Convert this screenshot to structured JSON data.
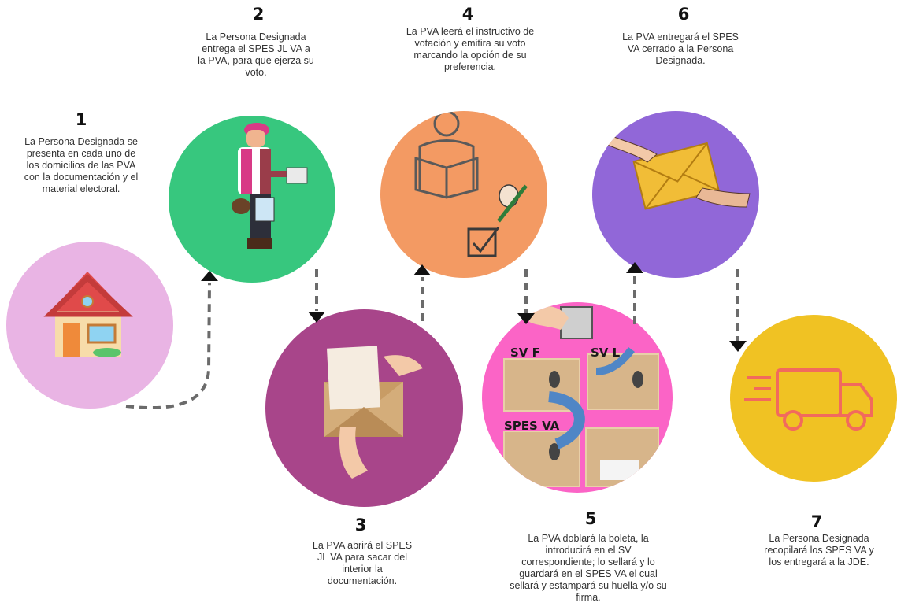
{
  "steps": [
    {
      "number": "1",
      "text": "La Persona Designada se presenta en cada uno de los domicilios de las PVA con la documentación y el material electoral.",
      "color": "#e9b4e4",
      "icon": "house-icon"
    },
    {
      "number": "2",
      "text": "La Persona Designada entrega el SPES JL VA a la PVA, para que ejerza su voto.",
      "color": "#37c77e",
      "icon": "delivery-person-icon"
    },
    {
      "number": "3",
      "text": "La PVA abrirá el SPES JL VA para sacar del interior la documentación.",
      "color": "#a8458a",
      "icon": "open-envelope-icon"
    },
    {
      "number": "4",
      "text": "La PVA leerá el instructivo de votación y emitira su voto marcando la opción de su preferencia.",
      "color": "#f39a63",
      "icon": "reading-person-icon"
    },
    {
      "number": "5",
      "text": "La PVA doblará la boleta, la introducirá en el SV correspondiente; lo sellará y lo guardará en el SPES VA el cual sellará y estampará su huella y/o su firma.",
      "color": "#fb64c6",
      "icon": "envelopes-icon"
    },
    {
      "number": "6",
      "text": "La PVA entregará el SPES VA cerrado a la Persona Designada.",
      "color": "#9167d8",
      "icon": "handover-envelope-icon"
    },
    {
      "number": "7",
      "text": "La Persona Designada recopilará los SPES VA y los entregará a la JDE.",
      "color": "#f0c223",
      "icon": "delivery-truck-icon"
    }
  ],
  "envelope_labels": {
    "sv_f": "SV F",
    "sv_l": "SV L",
    "spes_va": "SPES VA"
  }
}
